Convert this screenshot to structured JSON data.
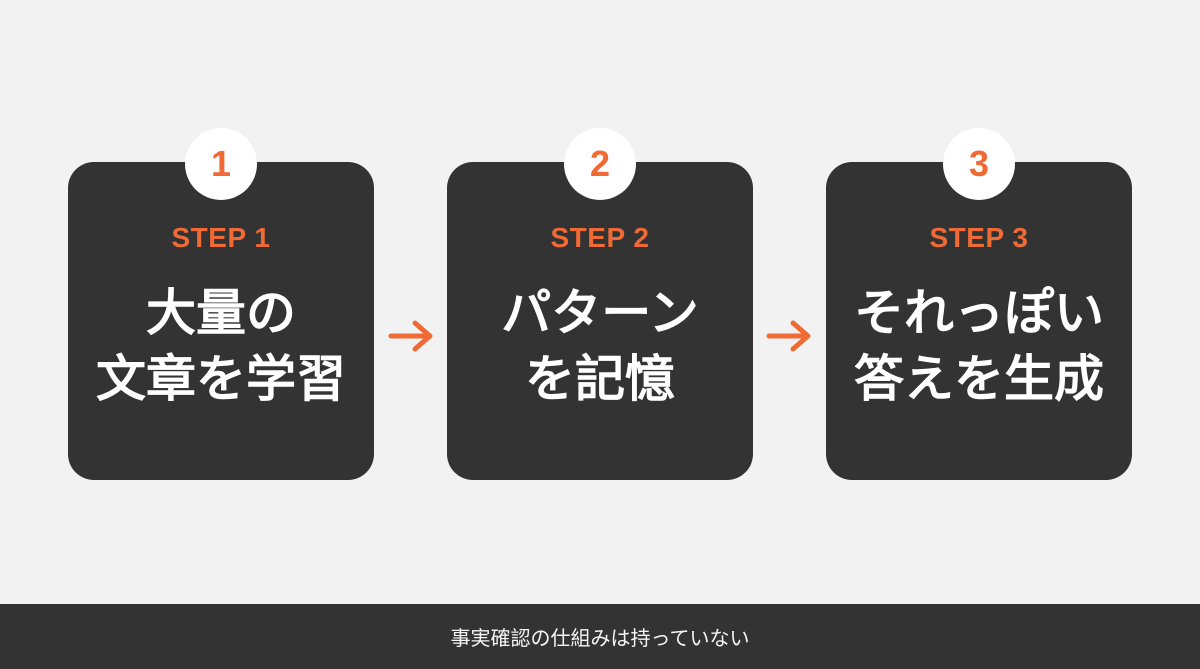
{
  "colors": {
    "background": "#f2f2f2",
    "card": "#333333",
    "accent": "#f06a35",
    "text": "#ffffff"
  },
  "steps": [
    {
      "number": "1",
      "label": "STEP 1",
      "title_lines": [
        "大量の",
        "文章を学習"
      ]
    },
    {
      "number": "2",
      "label": "STEP 2",
      "title_lines": [
        "パターン",
        "を記憶"
      ]
    },
    {
      "number": "3",
      "label": "STEP 3",
      "title_lines": [
        "それっぽい",
        "答えを生成"
      ]
    }
  ],
  "arrows": [
    "arrow-right-icon",
    "arrow-right-icon"
  ],
  "footer": {
    "text": "事実確認の仕組みは持っていない"
  }
}
